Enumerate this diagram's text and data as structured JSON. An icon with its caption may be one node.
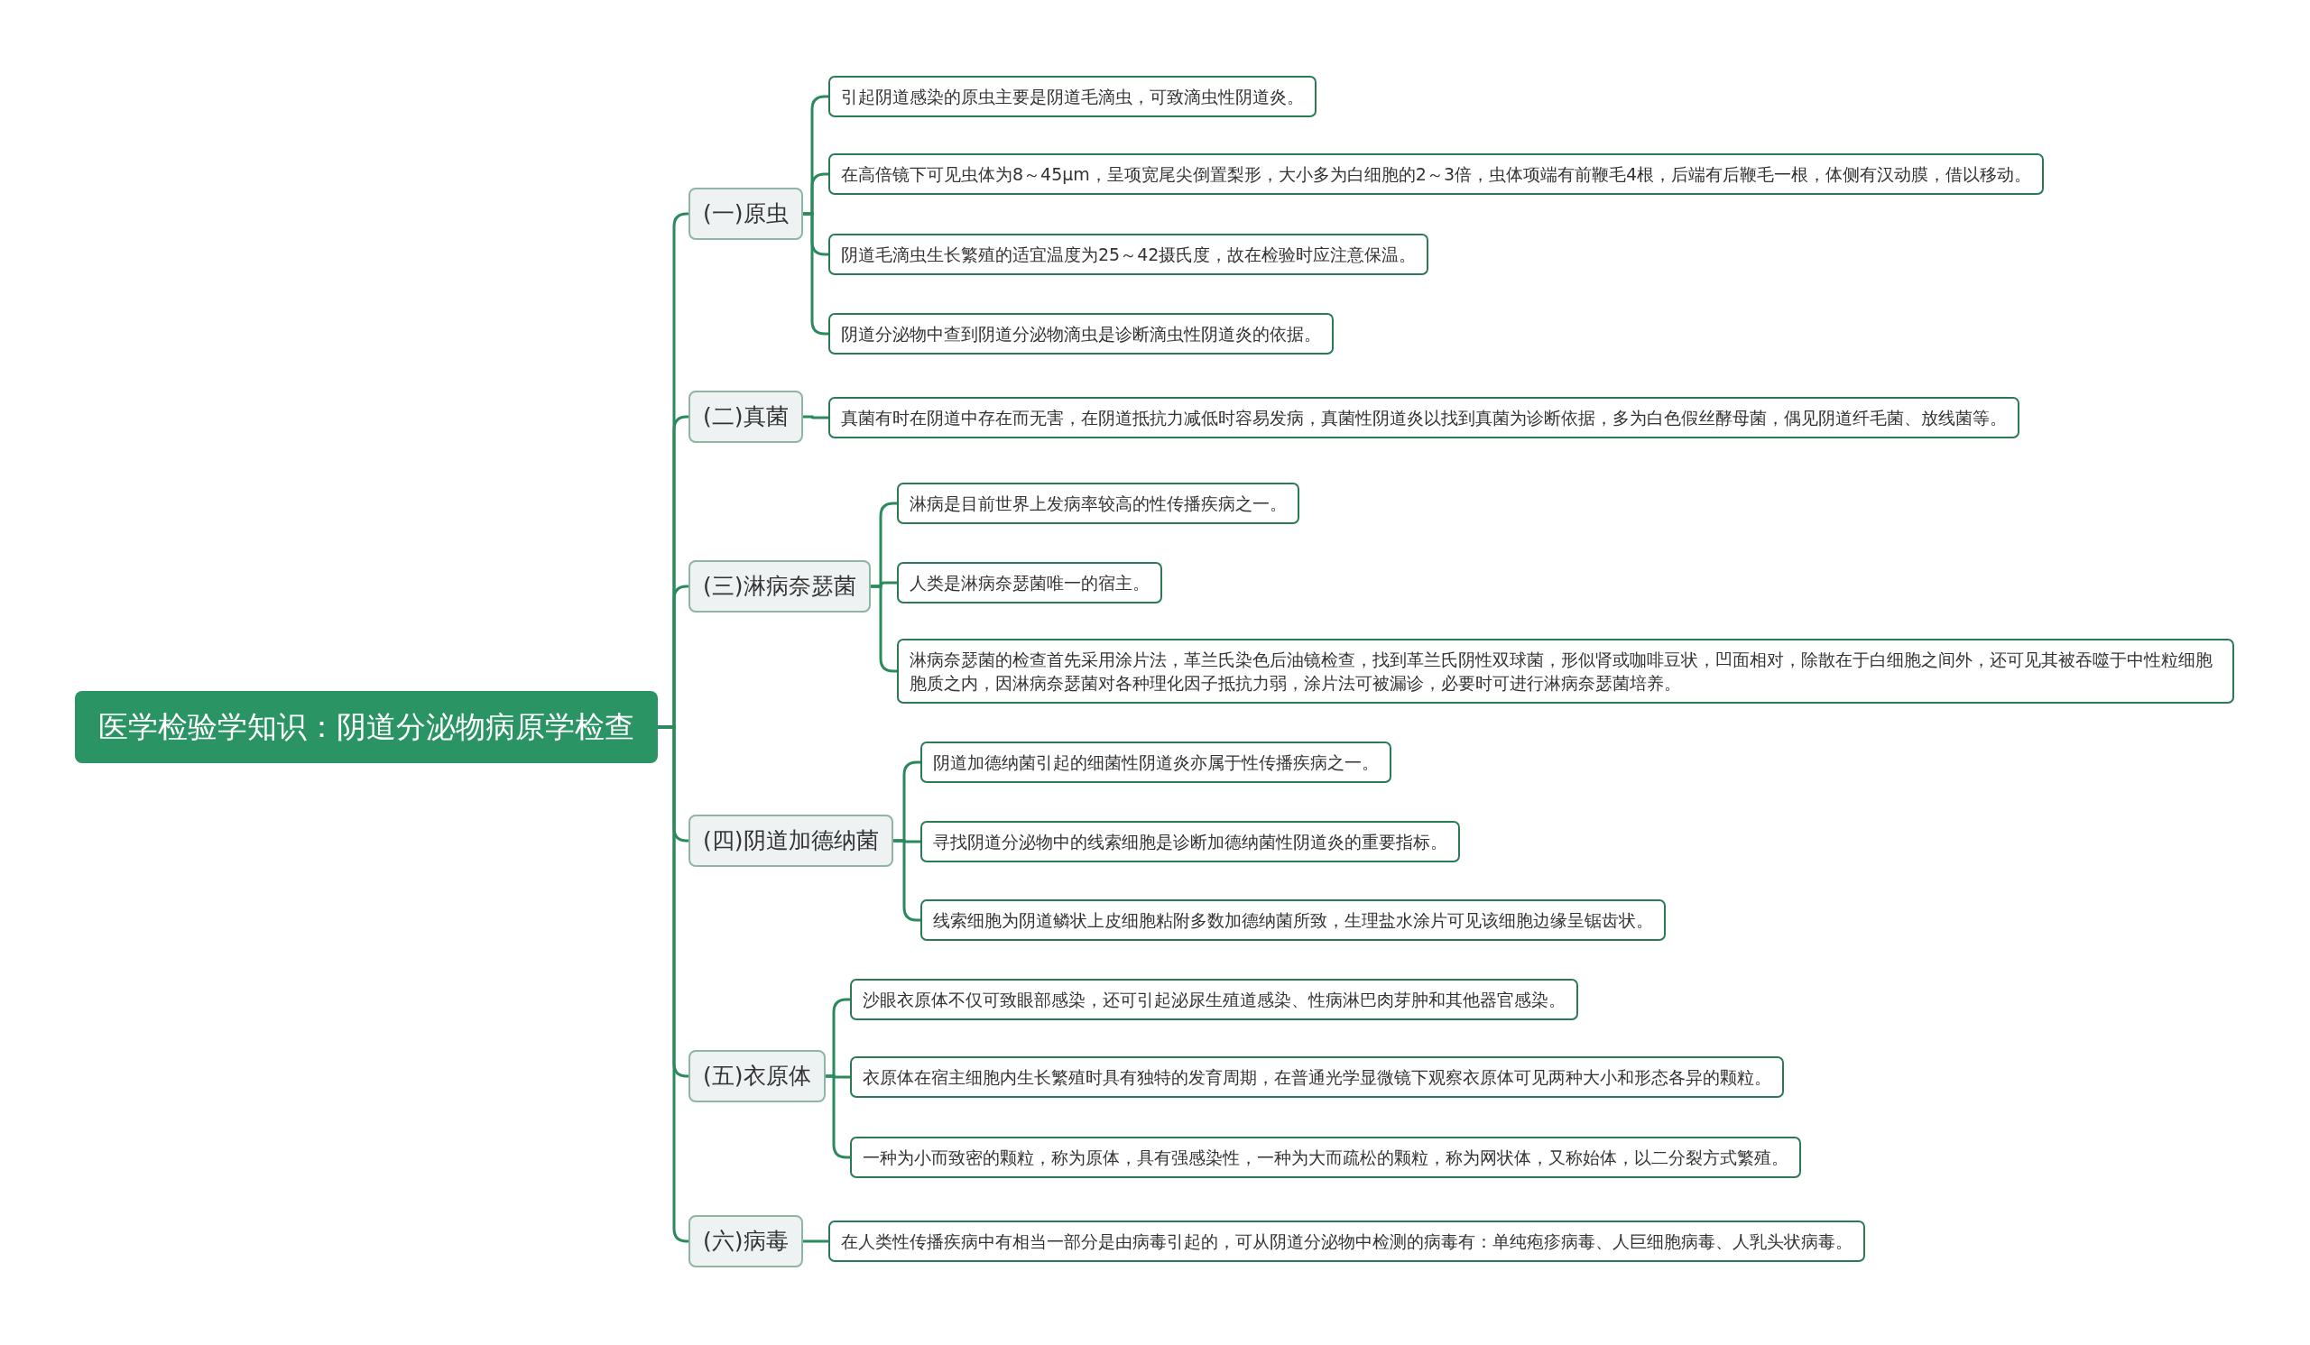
{
  "diagram": {
    "nodes": [
      {
        "text": [
          "医学检验学知识：阴道分泌物病原学检查"
        ]
      },
      {
        "text": [
          "(一)原虫"
        ]
      },
      {
        "text": [
          "引起阴道感染的原虫主要是阴道毛滴虫，可致滴虫性阴道炎。"
        ]
      },
      {
        "text": [
          "在高倍镜下可见虫体为8～45μm，呈项宽尾尖倒置梨形，大小多为白细胞的2～3倍，虫体项端有前鞭毛4根，后端有后鞭毛一根，体侧有汉动膜，借以移动。"
        ]
      },
      {
        "text": [
          "阴道毛滴虫生长繁殖的适宜温度为25～42摄氏度，故在检验时应注意保温。"
        ]
      },
      {
        "text": [
          "阴道分泌物中查到阴道分泌物滴虫是诊断滴虫性阴道炎的依据。"
        ]
      },
      {
        "text": [
          "(二)真菌"
        ]
      },
      {
        "text": [
          "真菌有时在阴道中存在而无害，在阴道抵抗力减低时容易发病，真菌性阴道炎以找到真菌为诊断依据，多为白色假丝酵母菌，偶见阴道纤毛菌、放线菌等。"
        ]
      },
      {
        "text": [
          "(三)淋病奈瑟菌"
        ]
      },
      {
        "text": [
          "淋病是目前世界上发病率较高的性传播疾病之一。"
        ]
      },
      {
        "text": [
          "人类是淋病奈瑟菌唯一的宿主。"
        ]
      },
      {
        "text": [
          "淋病奈瑟菌的检查首先采用涂片法，革兰氏染色后油镜检查，找到革兰氏阴性双球菌，形似肾或咖啡豆状，凹面相对，除散在于白细胞之间外，还可见其被吞噬于中性粒细胞胞质之内，因淋病奈瑟菌对各种理化因子抵抗力弱，涂片法可被漏诊，必要时可进行淋病奈瑟菌培养。"
        ]
      },
      {
        "text": [
          "(四)阴道加德纳菌"
        ]
      },
      {
        "text": [
          "阴道加德纳菌引起的细菌性阴道炎亦属于性传播疾病之一。"
        ]
      },
      {
        "text": [
          "寻找阴道分泌物中的线索细胞是诊断加德纳菌性阴道炎的重要指标。"
        ]
      },
      {
        "text": [
          "线索细胞为阴道鳞状上皮细胞粘附多数加德纳菌所致，生理盐水涂片可见该细胞边缘呈锯齿状。"
        ]
      },
      {
        "text": [
          "(五)衣原体"
        ]
      },
      {
        "text": [
          "沙眼衣原体不仅可致眼部感染，还可引起泌尿生殖道感染、性病淋巴肉芽肿和其他器官感染。"
        ]
      },
      {
        "text": [
          "衣原体在宿主细胞内生长繁殖时具有独特的发育周期，在普通光学显微镜下观察衣原体可见两种大小和形态各异的颗粒。"
        ]
      },
      {
        "text": [
          "一种为小而致密的颗粒，称为原体，具有强感染性，一种为大而疏松的颗粒，称为网状体，又称始体，以二分裂方式繁殖。"
        ]
      },
      {
        "text": [
          "(六)病毒"
        ]
      },
      {
        "text": [
          "在人类性传播疾病中有相当一部分是由病毒引起的，可从阴道分泌物中检测的病毒有：单纯疱疹病毒、人巨细胞病毒、人乳头状病毒。"
        ]
      }
    ],
    "edges": [
      {
        "from": 0,
        "to": 1,
        "arrow": "none"
      },
      {
        "from": 1,
        "to": 2,
        "arrow": "none"
      },
      {
        "from": 1,
        "to": 3,
        "arrow": "none"
      },
      {
        "from": 1,
        "to": 4,
        "arrow": "none"
      },
      {
        "from": 1,
        "to": 5,
        "arrow": "none"
      },
      {
        "from": 0,
        "to": 6,
        "arrow": "none"
      },
      {
        "from": 6,
        "to": 7,
        "arrow": "none"
      },
      {
        "from": 0,
        "to": 8,
        "arrow": "none"
      },
      {
        "from": 8,
        "to": 9,
        "arrow": "none"
      },
      {
        "from": 8,
        "to": 10,
        "arrow": "none"
      },
      {
        "from": 8,
        "to": 11,
        "arrow": "none"
      },
      {
        "from": 0,
        "to": 12,
        "arrow": "none"
      },
      {
        "from": 12,
        "to": 13,
        "arrow": "none"
      },
      {
        "from": 12,
        "to": 14,
        "arrow": "none"
      },
      {
        "from": 12,
        "to": 15,
        "arrow": "none"
      },
      {
        "from": 0,
        "to": 16,
        "arrow": "none"
      },
      {
        "from": 16,
        "to": 17,
        "arrow": "none"
      },
      {
        "from": 16,
        "to": 18,
        "arrow": "none"
      },
      {
        "from": 16,
        "to": 19,
        "arrow": "none"
      },
      {
        "from": 0,
        "to": 20,
        "arrow": "none"
      },
      {
        "from": 20,
        "to": 21,
        "arrow": "none"
      }
    ]
  }
}
